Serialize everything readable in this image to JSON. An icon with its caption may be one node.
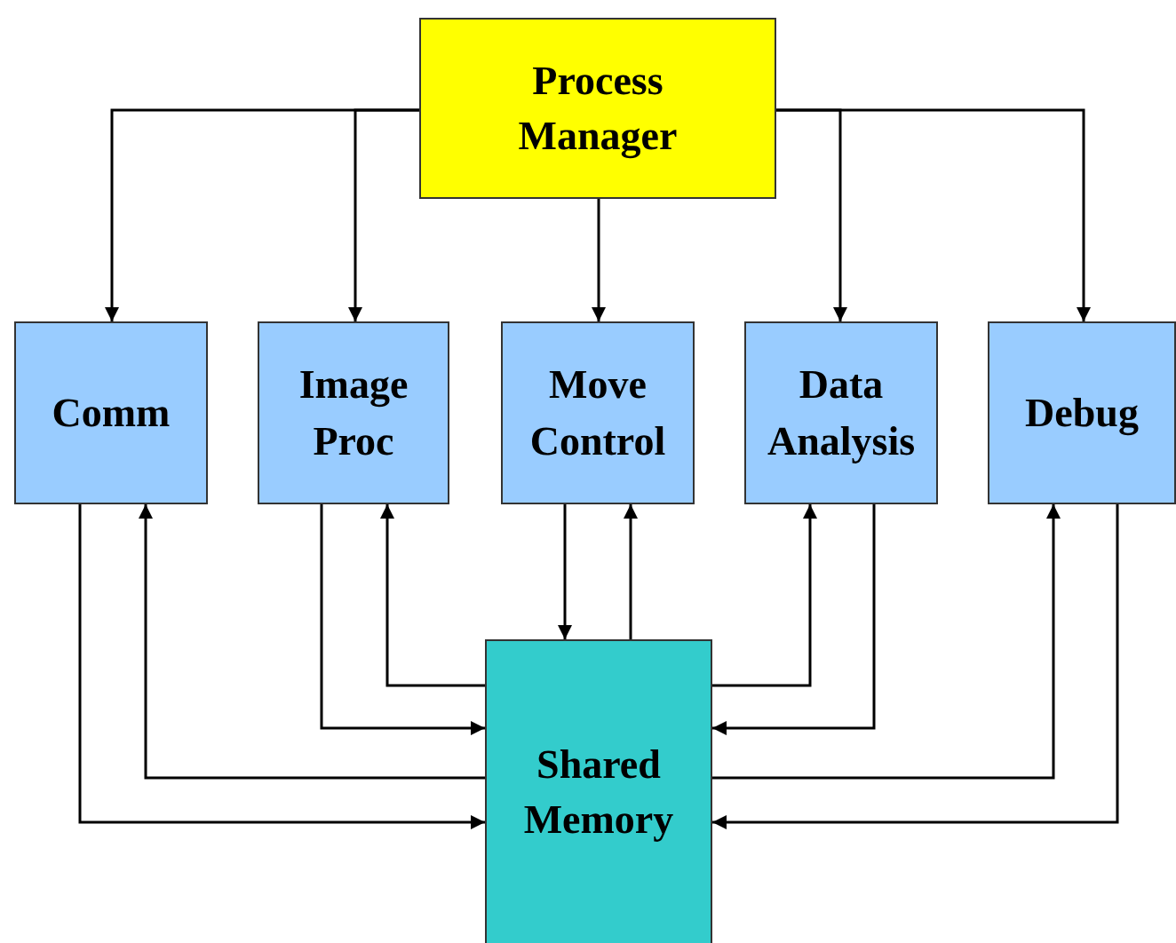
{
  "diagram": {
    "nodes": [
      {
        "text": [
          "Process Manager"
        ]
      },
      {
        "text": [
          "Comm"
        ]
      },
      {
        "text": [
          "Image Proc"
        ]
      },
      {
        "text": [
          "Move Control"
        ]
      },
      {
        "text": [
          "Data Analysis"
        ]
      },
      {
        "text": [
          "Debug"
        ]
      },
      {
        "text": [
          "Shared Memory"
        ]
      }
    ],
    "edges": [
      {
        "from": 0,
        "to": 1,
        "arrow": "to"
      },
      {
        "from": 0,
        "to": 2,
        "arrow": "to"
      },
      {
        "from": 0,
        "to": 3,
        "arrow": "to"
      },
      {
        "from": 0,
        "to": 4,
        "arrow": "to"
      },
      {
        "from": 0,
        "to": 5,
        "arrow": "to"
      },
      {
        "from": 1,
        "to": 6,
        "arrow": "to"
      },
      {
        "from": 6,
        "to": 1,
        "arrow": "to"
      },
      {
        "from": 2,
        "to": 6,
        "arrow": "to"
      },
      {
        "from": 6,
        "to": 2,
        "arrow": "to"
      },
      {
        "from": 3,
        "to": 6,
        "arrow": "to"
      },
      {
        "from": 6,
        "to": 3,
        "arrow": "to"
      },
      {
        "from": 6,
        "to": 4,
        "arrow": "to"
      },
      {
        "from": 4,
        "to": 6,
        "arrow": "to"
      },
      {
        "from": 6,
        "to": 5,
        "arrow": "to"
      },
      {
        "from": 5,
        "to": 6,
        "arrow": "to"
      }
    ]
  }
}
